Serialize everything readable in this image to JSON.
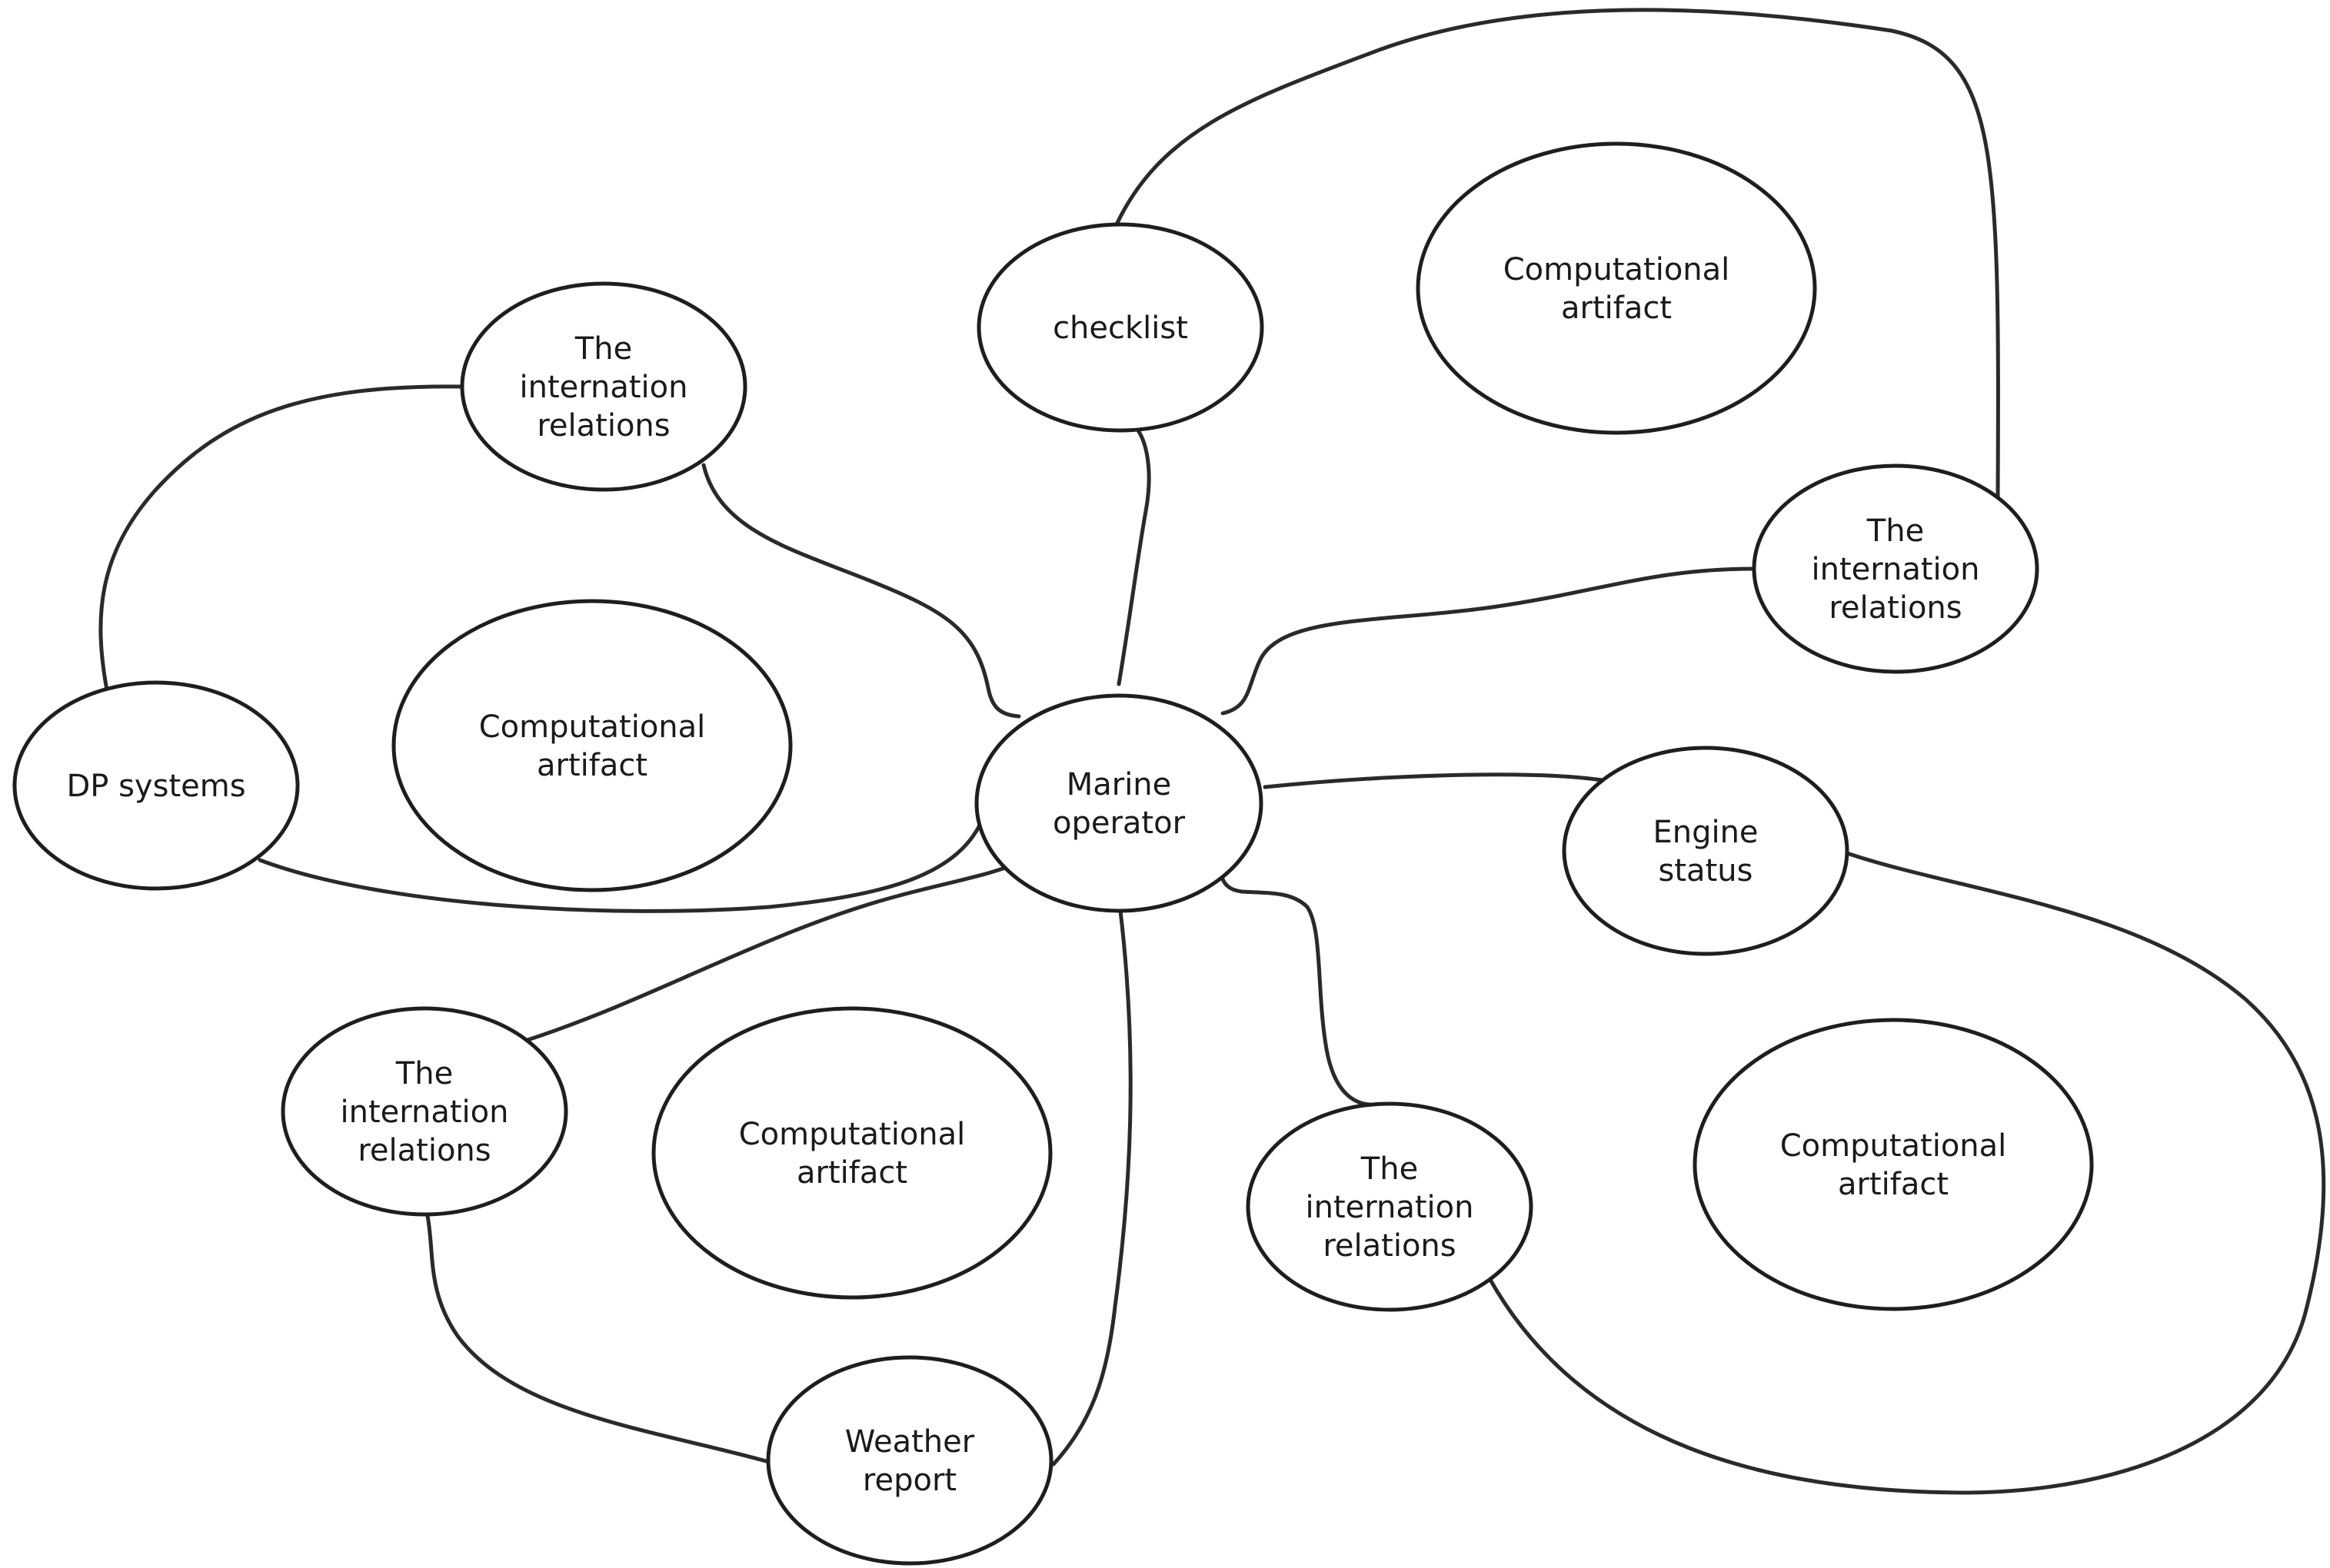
{
  "nodes": [
    {
      "id": "center",
      "lines": [
        "Marine",
        "operator"
      ]
    },
    {
      "id": "checklist",
      "lines": [
        "checklist"
      ]
    },
    {
      "id": "ca-top-right",
      "lines": [
        "Computational",
        "artifact"
      ]
    },
    {
      "id": "ir-top-left",
      "lines": [
        "The",
        "internation",
        "relations"
      ]
    },
    {
      "id": "ir-right",
      "lines": [
        "The",
        "internation",
        "relations"
      ]
    },
    {
      "id": "dp-systems",
      "lines": [
        "DP systems"
      ]
    },
    {
      "id": "ca-left",
      "lines": [
        "Computational",
        "artifact"
      ]
    },
    {
      "id": "engine-status",
      "lines": [
        "Engine",
        "status"
      ]
    },
    {
      "id": "ir-bottom-left",
      "lines": [
        "The",
        "internation",
        "relations"
      ]
    },
    {
      "id": "ca-bottom-left",
      "lines": [
        "Computational",
        "artifact"
      ]
    },
    {
      "id": "ir-bottom-mid",
      "lines": [
        "The",
        "internation",
        "relations"
      ]
    },
    {
      "id": "ca-bottom-right",
      "lines": [
        "Computational",
        "artifact"
      ]
    },
    {
      "id": "weather-report",
      "lines": [
        "Weather",
        "report"
      ]
    }
  ],
  "edges": [
    {
      "from": "center",
      "to": "checklist"
    },
    {
      "from": "checklist",
      "to": "ir-right"
    },
    {
      "from": "center",
      "to": "ir-right"
    },
    {
      "from": "center",
      "to": "ir-top-left"
    },
    {
      "from": "ir-top-left",
      "to": "dp-systems"
    },
    {
      "from": "dp-systems",
      "to": "center"
    },
    {
      "from": "center",
      "to": "engine-status"
    },
    {
      "from": "engine-status",
      "to": "ir-bottom-mid"
    },
    {
      "from": "center",
      "to": "ir-bottom-mid"
    },
    {
      "from": "center",
      "to": "ir-bottom-left"
    },
    {
      "from": "ir-bottom-left",
      "to": "weather-report"
    },
    {
      "from": "center",
      "to": "weather-report"
    }
  ]
}
